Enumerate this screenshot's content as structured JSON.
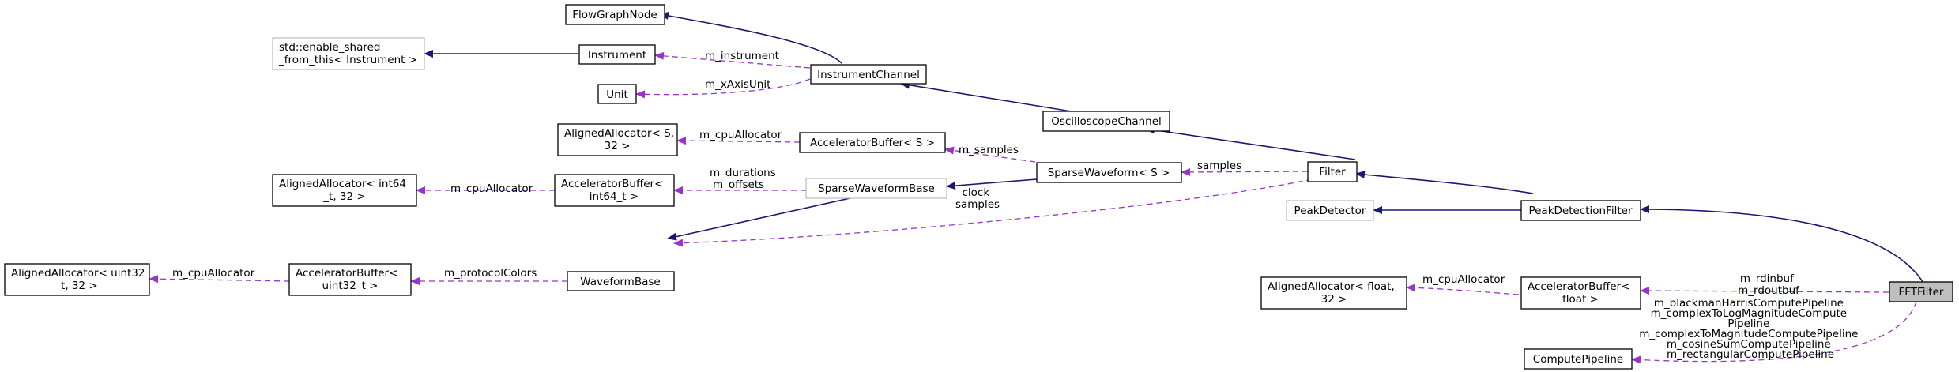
{
  "nodes": {
    "flowgraphnode": [
      "FlowGraphNode"
    ],
    "enable_shared": [
      "std::enable_shared",
      "_from_this< Instrument >"
    ],
    "instrument": [
      "Instrument"
    ],
    "unit": [
      "Unit"
    ],
    "instrumentchannel": [
      "InstrumentChannel"
    ],
    "oscilloscopechannel": [
      "OscilloscopeChannel"
    ],
    "aligned_s": [
      "AlignedAllocator< S,",
      "32 >"
    ],
    "accel_s": [
      "AcceleratorBuffer< S >"
    ],
    "sparsewaveform_s": [
      "SparseWaveform< S >"
    ],
    "filter": [
      "Filter"
    ],
    "aligned_int64": [
      "AlignedAllocator< int64",
      "_t, 32 >"
    ],
    "accel_int64": [
      "AcceleratorBuffer<",
      "int64_t >"
    ],
    "sparsewaveformbase": [
      "SparseWaveformBase"
    ],
    "peakdetector": [
      "PeakDetector"
    ],
    "peakdetectionfilter": [
      "PeakDetectionFilter"
    ],
    "aligned_uint32": [
      "AlignedAllocator< uint32",
      "_t, 32 >"
    ],
    "accel_uint32": [
      "AcceleratorBuffer<",
      "uint32_t >"
    ],
    "waveformbase": [
      "WaveformBase"
    ],
    "aligned_float": [
      "AlignedAllocator< float,",
      "32 >"
    ],
    "accel_float": [
      "AcceleratorBuffer<",
      "float >"
    ],
    "fftfilter": [
      "FFTFilter"
    ],
    "computepipeline": [
      "ComputePipeline"
    ]
  },
  "edge_labels": {
    "m_instrument": [
      "m_instrument"
    ],
    "m_xaxisunit": [
      "m_xAxisUnit"
    ],
    "cpualloc_s": [
      "m_cpuAllocator"
    ],
    "m_samples": [
      "m_samples"
    ],
    "samples": [
      "samples"
    ],
    "cpualloc_int64": [
      "m_cpuAllocator"
    ],
    "durations_offsets": [
      "m_durations",
      "m_offsets"
    ],
    "clock_samples": [
      "clock",
      "samples"
    ],
    "cpualloc_uint32": [
      "m_cpuAllocator"
    ],
    "protocolcolors": [
      "m_protocolColors"
    ],
    "cpualloc_float": [
      "m_cpuAllocator"
    ],
    "rdinbuf": [
      "m_rdinbuf",
      "m_rdoutbuf"
    ],
    "pipelines": [
      "m_blackmanHarrisComputePipeline",
      "m_complexToLogMagnitudeCompute",
      "Pipeline",
      "m_complexToMagnitudeComputePipeline",
      "m_cosineSumComputePipeline",
      "m_rectangularComputePipeline"
    ]
  },
  "colors": {
    "inheritance_edge": "#191970",
    "usage_edge": "#9a32cd",
    "focus_fill": "#bfbfbf",
    "ghost_border": "#bfbfbf"
  }
}
